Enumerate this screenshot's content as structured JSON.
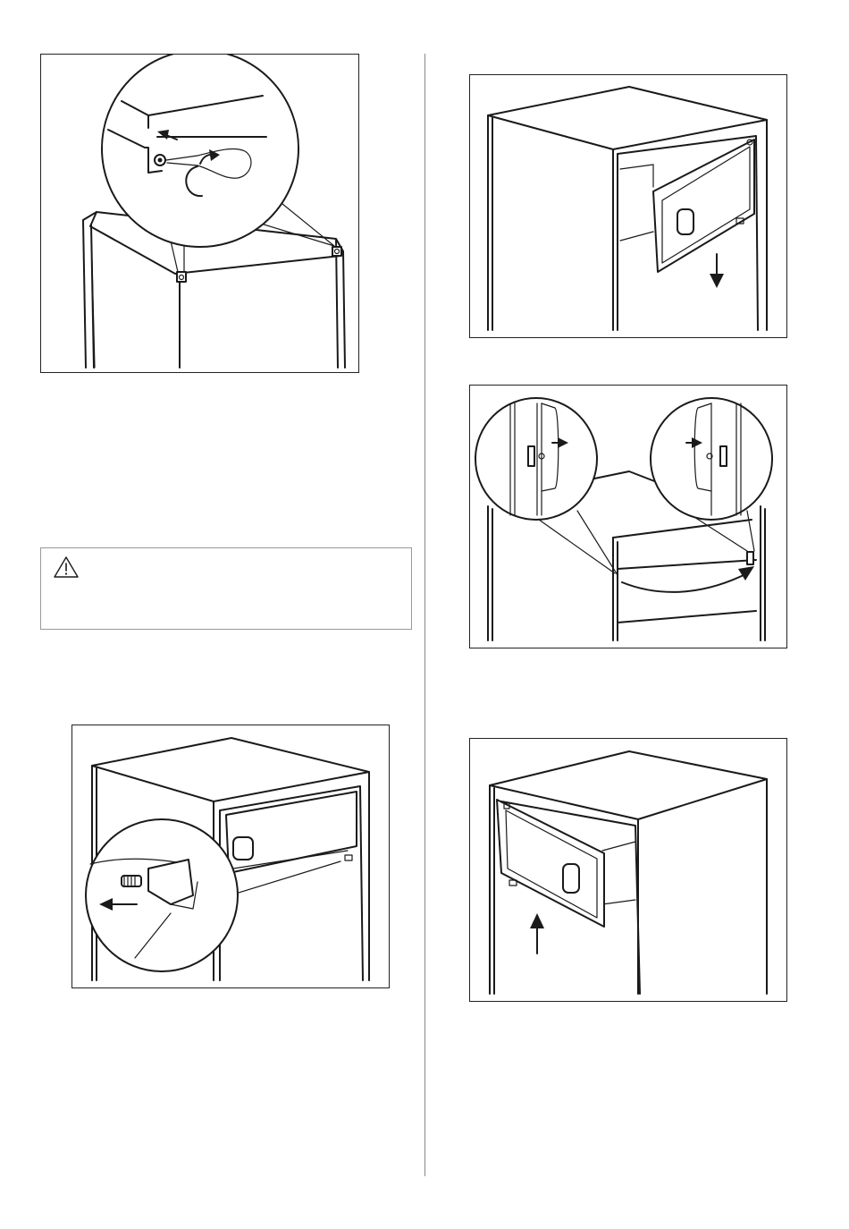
{
  "page": {
    "background": "#ffffff",
    "line_color": "#1a1a1a"
  },
  "figures": [
    {
      "id": "fig-top-screws",
      "icons": [
        "screwdriver-icon",
        "rotate-arrow-icon",
        "push-arrow-icon"
      ]
    },
    {
      "id": "fig-door-lower",
      "icons": [
        "down-arrow-icon"
      ]
    },
    {
      "id": "fig-hinge-swap",
      "icons": [
        "right-arrow-icon",
        "curved-arrow-icon"
      ]
    },
    {
      "id": "fig-pin-remove",
      "icons": [
        "left-arrow-icon"
      ]
    },
    {
      "id": "fig-door-raise",
      "icons": [
        "up-arrow-icon"
      ]
    }
  ],
  "warning": {
    "icon": "warning-triangle-icon"
  }
}
